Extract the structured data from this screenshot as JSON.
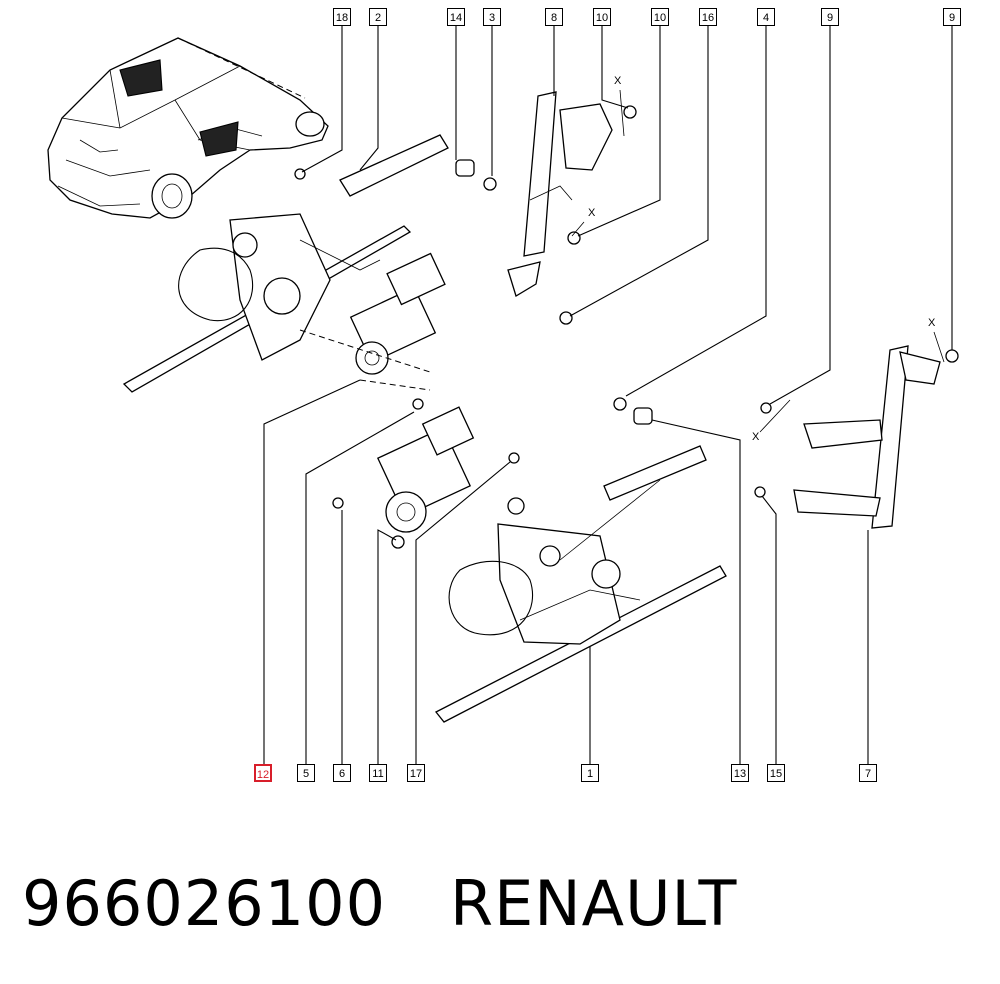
{
  "diagram": {
    "top_callouts": [
      "18",
      "2",
      "14",
      "3",
      "8",
      "10",
      "10",
      "16",
      "4",
      "9",
      "9"
    ],
    "bottom_callouts": [
      "12",
      "5",
      "6",
      "11",
      "17",
      "1",
      "13",
      "15",
      "7"
    ],
    "highlighted_callout": "12",
    "detail_marks": [
      "X",
      "X",
      "X",
      "X"
    ]
  },
  "footer": {
    "part_number": "966026100",
    "brand": "RENAULT"
  },
  "colors": {
    "highlight": "#d81e2a",
    "ink": "#000000",
    "background": "#ffffff"
  }
}
